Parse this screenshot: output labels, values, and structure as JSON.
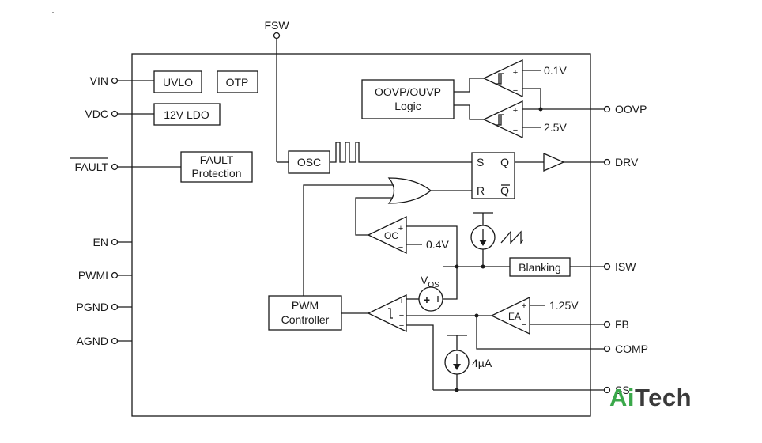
{
  "pins_left": {
    "vin": "VIN",
    "vdc": "VDC",
    "fault": "FAULT",
    "en": "EN",
    "pwmi": "PWMI",
    "pgnd": "PGND",
    "agnd": "AGND"
  },
  "pins_right": {
    "oovp": "OOVP",
    "drv": "DRV",
    "isw": "ISW",
    "fb": "FB",
    "comp": "COMP",
    "ss": "SS"
  },
  "pin_top": {
    "fsw": "FSW"
  },
  "blocks": {
    "uvlo": "UVLO",
    "otp": "OTP",
    "ldo": "12V LDO",
    "fault_line1": "FAULT",
    "fault_line2": "Protection",
    "oovp_line1": "OOVP/OUVP",
    "oovp_line2": "Logic",
    "osc": "OSC",
    "blanking": "Blanking",
    "pwm_line1": "PWM",
    "pwm_line2": "Controller"
  },
  "flipflop": {
    "s": "S",
    "r": "R",
    "q": "Q",
    "qbar": "Q"
  },
  "comparators": {
    "oc": "OC",
    "ea": "EA",
    "plus": "+",
    "minus": "−"
  },
  "values": {
    "ref_top": "0.1V",
    "ref_bottom": "2.5V",
    "oc_ref": "0.4V",
    "ea_ref": "1.25V",
    "vos_main": "V",
    "vos_sub": "OS",
    "current_source": "4µA"
  },
  "watermark": {
    "part1": "Ai",
    "part2": "Tech",
    "color_ai": "#3aa84a",
    "color_tech": "#3a3a3a"
  }
}
